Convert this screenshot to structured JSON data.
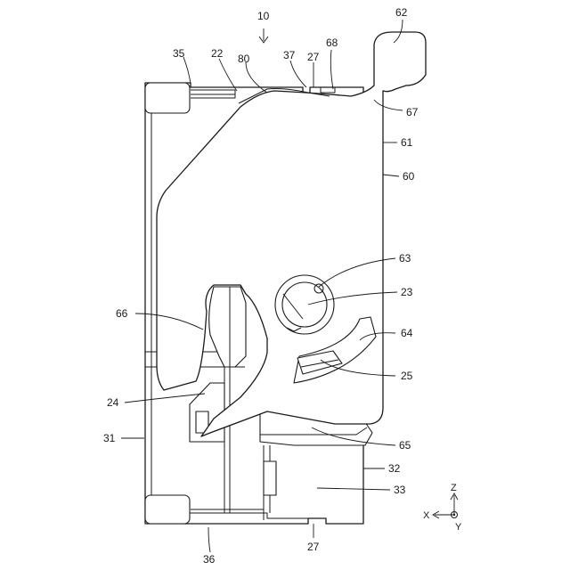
{
  "diagram": {
    "labels": {
      "n10": "10",
      "n62": "62",
      "n35": "35",
      "n22": "22",
      "n80": "80",
      "n37": "37",
      "n27_top": "27",
      "n68": "68",
      "n67": "67",
      "n61": "61",
      "n60": "60",
      "n63": "63",
      "n23": "23",
      "n66": "66",
      "n64": "64",
      "n25": "25",
      "n24": "24",
      "n31": "31",
      "n65": "65",
      "n32": "32",
      "n33": "33",
      "n36": "36",
      "n27_bottom": "27"
    },
    "axes": {
      "z": "Z",
      "x": "X",
      "y": "Y"
    }
  }
}
